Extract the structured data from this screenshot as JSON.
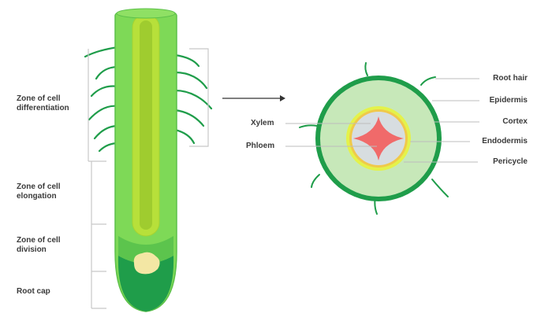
{
  "zones": {
    "differentiation": "Zone of cell differentiation",
    "elongation": "Zone of cell elongation",
    "division": "Zone of cell division",
    "root_cap": "Root cap"
  },
  "cross_section": {
    "root_hair": "Root hair",
    "epidermis": "Epidermis",
    "cortex": "Cortex",
    "endodermis": "Endodermis",
    "pericycle": "Pericycle",
    "xylem": "Xylem",
    "phloem": "Phloem"
  },
  "colors": {
    "root_body": "#7ed957",
    "root_dark": "#1f9d4a",
    "vascular_core": "#b7e03a",
    "cortex": "#c7e8b9",
    "endodermis_ring": "#e4f24a",
    "stele": "#d7dde0",
    "xylem": "#f06a6a"
  }
}
